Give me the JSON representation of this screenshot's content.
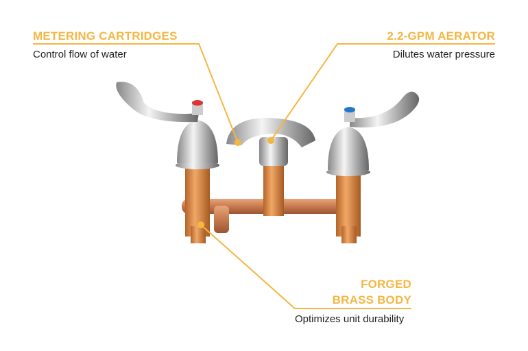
{
  "accent": "#f5b642",
  "callouts": [
    {
      "title": "METERING CARTRIDGES",
      "subtitle": "Control flow of water"
    },
    {
      "title": "2.2-GPM AERATOR",
      "subtitle": "Dilutes water pressure"
    },
    {
      "title_line1": "FORGED",
      "title_line2": "BRASS BODY",
      "subtitle": "Optimizes unit durability"
    }
  ]
}
